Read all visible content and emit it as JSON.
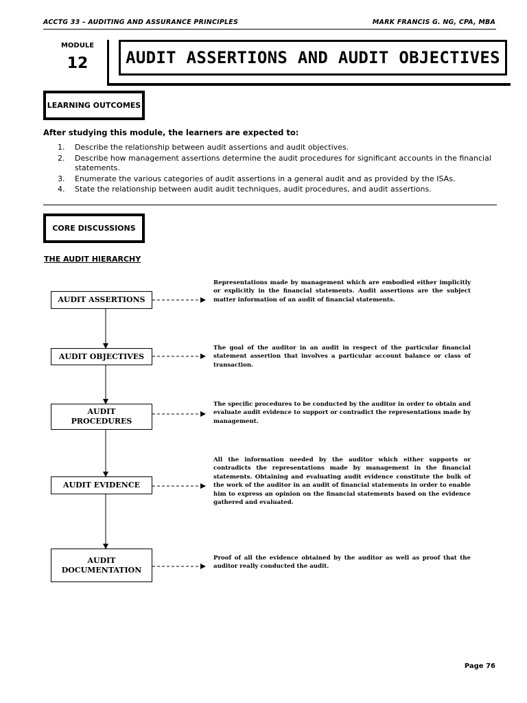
{
  "header": {
    "left": "ACCTG 33 – AUDITING AND ASSURANCE PRINCIPLES",
    "right": "MARK FRANCIS G. NG, CPA, MBA"
  },
  "module": {
    "label": "MODULE",
    "number": "12",
    "title": "AUDIT ASSERTIONS AND AUDIT OBJECTIVES"
  },
  "learning_outcomes": {
    "heading": "LEARNING OUTCOMES",
    "intro": "After studying this module, the learners are expected to:",
    "items": [
      {
        "num": "1.",
        "text": "Describe the relationship between audit assertions and audit objectives."
      },
      {
        "num": "2.",
        "text": "Describe how management assertions determine the audit procedures for significant accounts in the financial statements."
      },
      {
        "num": "3.",
        "text": "Enumerate the various categories of audit assertions in a general audit and as provided by the ISAs."
      },
      {
        "num": "4.",
        "text": "State the relationship between audit audit techniques, audit procedures, and audit assertions."
      }
    ]
  },
  "core_discussions": {
    "heading": "CORE DISCUSSIONS",
    "hierarchy_title": "THE AUDIT HIERARCHY",
    "nodes": [
      {
        "label": "AUDIT ASSERTIONS",
        "description": "Representations made by management which are embodied either implicitly or explicitly in the financial statements. Audit assertions are the subject matter information of an audit of financial statements."
      },
      {
        "label": "AUDIT OBJECTIVES",
        "description": "The goal of the auditor in an audit in respect of the particular financial statement assertion that involves a particular account balance or class of transaction."
      },
      {
        "label": "AUDIT PROCEDURES",
        "description": "The specific procedures to be conducted by the auditor in order to obtain and evaluate audit evidence to support or contradict the representations made by management."
      },
      {
        "label": "AUDIT EVIDENCE",
        "description": "All the information needed by the auditor which either supports or contradicts the representations made by management in the financial statements. Obtaining and evaluating audit evidence constitute the bulk of the work of the auditor in an audit of financial statements in order to enable him to express an opinion on the financial statements based on the evidence gathered and evaluated."
      },
      {
        "label": "AUDIT DOCUMENTATION",
        "description": "Proof of all the evidence obtained by the auditor as well as proof that the auditor really conducted the audit."
      }
    ]
  },
  "footer": {
    "page": "Page  76"
  }
}
